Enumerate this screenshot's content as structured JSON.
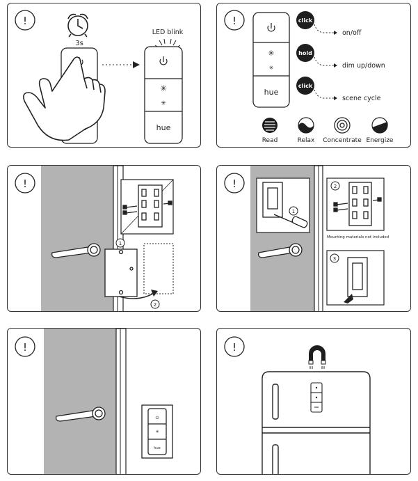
{
  "panel1": {
    "attention_glyph": "!",
    "hold_time": "3s",
    "led_label": "LED blink",
    "brand_label": "hue",
    "brand_label_after": "hue"
  },
  "panel2": {
    "attention_glyph": "!",
    "brand_label": "hue",
    "actions": [
      {
        "badge": "click",
        "desc": "on/off"
      },
      {
        "badge": "hold",
        "desc": "dim up/down"
      },
      {
        "badge": "click",
        "desc": "scene cycle"
      }
    ],
    "scenes": [
      "Read",
      "Relax",
      "Concentrate",
      "Energize"
    ]
  },
  "panel3": {
    "attention_glyph": "!",
    "step_1": "1",
    "step_2": "2"
  },
  "panel4": {
    "attention_glyph": "!",
    "step_1": "1",
    "step_2": "2",
    "step_3": "3",
    "note": "Mounting materials not included"
  },
  "panel5": {
    "attention_glyph": "!",
    "brand_label": "hue"
  },
  "panel6": {
    "attention_glyph": "!"
  },
  "colors": {
    "ink": "#222222",
    "door_gray": "#b3b3b3",
    "badge": "#1e1e1e"
  }
}
